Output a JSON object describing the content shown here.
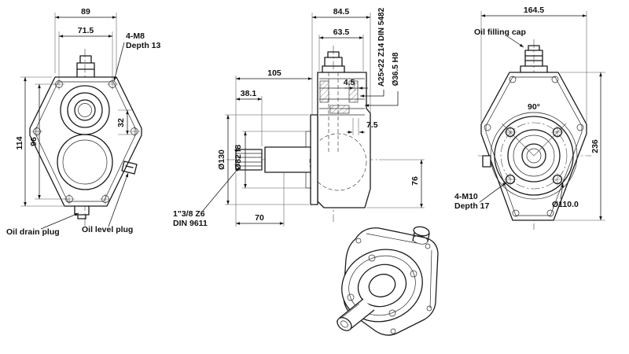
{
  "page": {
    "bg": "#ffffff",
    "ink": "#1a1a1a"
  },
  "front_view": {
    "dim_overall_width": "89",
    "dim_inner_width": "71.5",
    "dim_overall_height": "114",
    "dim_inner_height": "96",
    "dim_bore_offset": "32",
    "bolt_note_line1": "4-M8",
    "bolt_note_line2": "Depth 13",
    "oil_drain_label": "Oil drain plug",
    "oil_level_label": "Oil level plug"
  },
  "side_view": {
    "dim_depth_overall": "84.5",
    "dim_depth_cover": "63.5",
    "dim_shaft_to_flange": "105",
    "dim_spline_length": "38.1",
    "dim_step_small": "4.5",
    "dim_flange_thickness": "7.5",
    "dim_flange_diameter": "Ø130",
    "dim_pilot_diameter": "Ø82 f8",
    "dim_axis_to_base": "76",
    "dim_shaft_length": "70",
    "input_spline_note": "A25×22 Z14 DIN 5482",
    "input_bore_note": "Ø36.5 H8",
    "pto_note_line1": "1\"3/8 Z6",
    "pto_note_line2": "DIN 9611"
  },
  "rear_view": {
    "dim_overall_width": "164.5",
    "dim_overall_height": "236",
    "dim_bolt_angle": "90°",
    "dim_pilot_diameter": "Ø110.0",
    "oil_cap_label": "Oil filling cap",
    "bolt_note_line1": "4-M10",
    "bolt_note_line2": "Depth 17"
  }
}
